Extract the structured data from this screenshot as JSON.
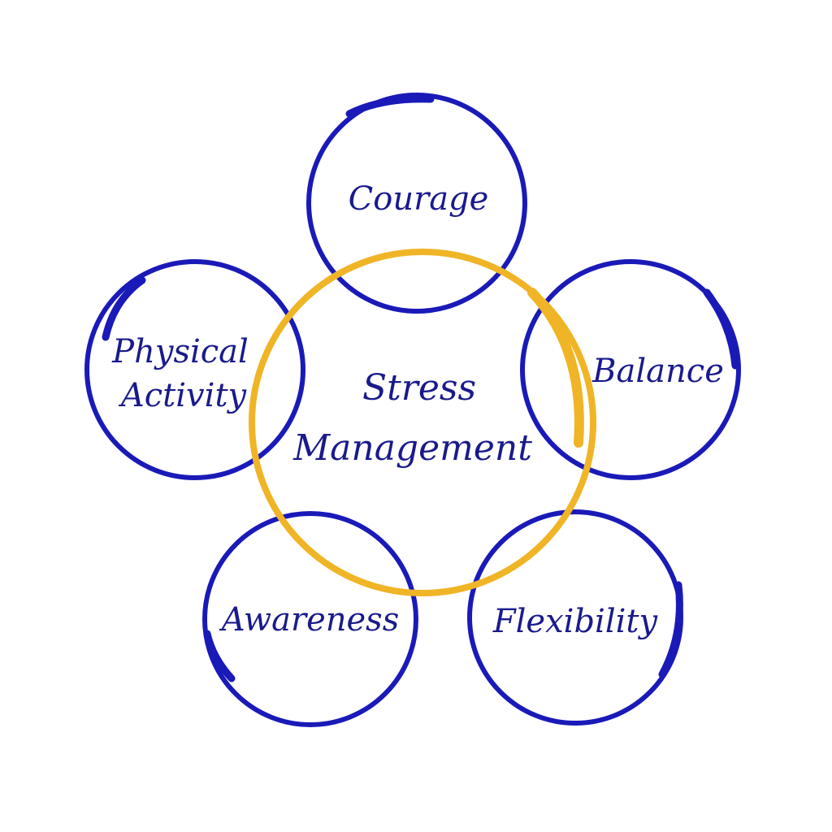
{
  "colors": {
    "background": "#ffffff",
    "ring": "#1a1ab8",
    "center_ring": "#f0b526",
    "text": "#1a1a8c"
  },
  "center": {
    "line1": "Stress",
    "line2": "Management"
  },
  "nodes": [
    {
      "id": "courage",
      "line1": "Courage",
      "line2": ""
    },
    {
      "id": "balance",
      "line1": "Balance",
      "line2": ""
    },
    {
      "id": "flexibility",
      "line1": "Flexibility",
      "line2": ""
    },
    {
      "id": "awareness",
      "line1": "Awareness",
      "line2": ""
    },
    {
      "id": "physical-activity",
      "line1": "Physical",
      "line2": "Activity"
    }
  ]
}
